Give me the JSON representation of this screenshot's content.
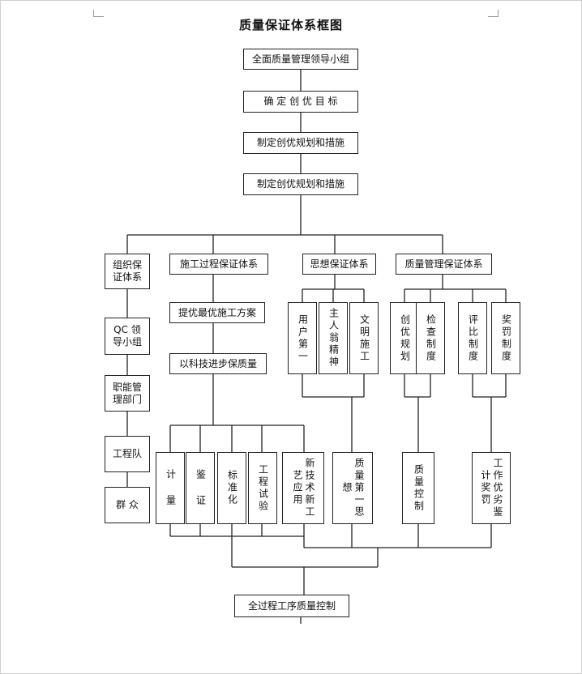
{
  "title": "质量保证体系框图",
  "top_chain": [
    "全面质量管理领导小组",
    "确 定 创 优 目 标",
    "制定创优规划和措施",
    "制定创优规划和措施"
  ],
  "branch1": [
    "组织保证体系",
    "QC 领导小组",
    "职能管理部门",
    "工程队",
    "群 众"
  ],
  "branch2": {
    "head": "施工过程保证体系",
    "steps": [
      "提优最优施工方案",
      "以科技进步保质量"
    ],
    "leaves": [
      "计 量",
      "鉴 证",
      "标准化",
      "工程试验",
      "新技术新工艺应用"
    ]
  },
  "branch3": {
    "head": "思想保证体系",
    "subs": [
      "用户第一",
      "主人翁精神",
      "文明施工"
    ],
    "result": "质量第一思想"
  },
  "branch4": {
    "head": "质量管理保证体系",
    "subs": [
      "创优规划",
      "检查制度",
      "评比制度",
      "奖罚制度"
    ],
    "results": [
      "质量控制",
      "工作优劣鉴计奖罚"
    ]
  },
  "bottom": "全过程工序质量控制"
}
